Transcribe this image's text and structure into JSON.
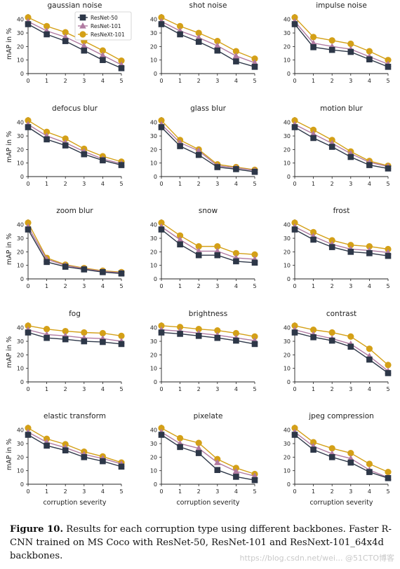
{
  "chart_data": {
    "type": "line",
    "x": [
      0,
      1,
      2,
      3,
      4,
      5
    ],
    "xticks": [
      "0",
      "1",
      "2",
      "3",
      "4",
      "5"
    ],
    "yticks": [
      "0",
      "10",
      "20",
      "30",
      "40"
    ],
    "ylim": [
      0,
      44
    ],
    "xlabel": "corruption severity",
    "ylabel": "mAP in %",
    "legend": [
      "ResNet-50",
      "ResNet-101",
      "ResNeXt-101"
    ],
    "legend_placement": "top-right of first panel",
    "colors": {
      "ResNet-50": "#2d3748",
      "ResNet-101": "#b07aa1",
      "ResNeXt-101": "#d4a017"
    },
    "markers": {
      "ResNet-50": "square",
      "ResNet-101": "triangle",
      "ResNeXt-101": "circle"
    },
    "panels": [
      {
        "title": "gaussian noise",
        "series": [
          {
            "name": "ResNet-50",
            "values": [
              36.5,
              29,
              24,
              17,
              10,
              4
            ]
          },
          {
            "name": "ResNet-101",
            "values": [
              38.5,
              31.5,
              27,
              20.5,
              13.5,
              6.5
            ]
          },
          {
            "name": "ResNeXt-101",
            "values": [
              41.5,
              35,
              30.5,
              24,
              17,
              9.5
            ]
          }
        ]
      },
      {
        "title": "shot noise",
        "series": [
          {
            "name": "ResNet-50",
            "values": [
              36.5,
              29,
              23.5,
              17,
              9,
              5
            ]
          },
          {
            "name": "ResNet-101",
            "values": [
              38.5,
              31.5,
              26.5,
              20.5,
              13,
              8
            ]
          },
          {
            "name": "ResNeXt-101",
            "values": [
              41.5,
              35,
              30,
              24,
              16.5,
              11
            ]
          }
        ]
      },
      {
        "title": "impulse noise",
        "series": [
          {
            "name": "ResNet-50",
            "values": [
              36.5,
              19.5,
              17.5,
              16,
              10.5,
              5
            ]
          },
          {
            "name": "ResNet-101",
            "values": [
              38.5,
              22.5,
              20,
              18,
              12.5,
              7
            ]
          },
          {
            "name": "ResNeXt-101",
            "values": [
              41.5,
              27,
              24.5,
              22,
              16.5,
              10
            ]
          }
        ]
      },
      {
        "title": "defocus blur",
        "series": [
          {
            "name": "ResNet-50",
            "values": [
              36.5,
              27.5,
              23,
              16.5,
              12,
              8.5
            ]
          },
          {
            "name": "ResNet-101",
            "values": [
              38.5,
              30,
              25,
              18.5,
              13,
              9.5
            ]
          },
          {
            "name": "ResNeXt-101",
            "values": [
              41.5,
              33,
              28,
              20.5,
              15,
              11
            ]
          }
        ]
      },
      {
        "title": "glass blur",
        "series": [
          {
            "name": "ResNet-50",
            "values": [
              36.5,
              22.5,
              16,
              7,
              5.5,
              3.5
            ]
          },
          {
            "name": "ResNet-101",
            "values": [
              38.5,
              25,
              19,
              8,
              6.5,
              4.5
            ]
          },
          {
            "name": "ResNeXt-101",
            "values": [
              41.5,
              27,
              20,
              9,
              7,
              5
            ]
          }
        ]
      },
      {
        "title": "motion blur",
        "series": [
          {
            "name": "ResNet-50",
            "values": [
              36.5,
              28.5,
              22,
              14.5,
              8.5,
              6
            ]
          },
          {
            "name": "ResNet-101",
            "values": [
              38.5,
              31.5,
              24.5,
              17,
              10.5,
              7.5
            ]
          },
          {
            "name": "ResNeXt-101",
            "values": [
              41.5,
              34.5,
              27,
              18.5,
              11.5,
              8
            ]
          }
        ]
      },
      {
        "title": "zoom blur",
        "series": [
          {
            "name": "ResNet-50",
            "values": [
              36.5,
              12.5,
              9,
              7,
              5,
              4
            ]
          },
          {
            "name": "ResNet-101",
            "values": [
              38.5,
              14.5,
              10,
              7.5,
              5.5,
              4.5
            ]
          },
          {
            "name": "ResNeXt-101",
            "values": [
              41.5,
              15.5,
              10.5,
              8,
              6,
              5
            ]
          }
        ]
      },
      {
        "title": "snow",
        "series": [
          {
            "name": "ResNet-50",
            "values": [
              36.5,
              25.5,
              17.5,
              17.5,
              13,
              12
            ]
          },
          {
            "name": "ResNet-101",
            "values": [
              38.5,
              29,
              20.5,
              20.5,
              15.5,
              14.5
            ]
          },
          {
            "name": "ResNeXt-101",
            "values": [
              41.5,
              32,
              24,
              24,
              19,
              18
            ]
          }
        ]
      },
      {
        "title": "frost",
        "series": [
          {
            "name": "ResNet-50",
            "values": [
              36.5,
              29,
              23.5,
              20,
              19,
              17
            ]
          },
          {
            "name": "ResNet-101",
            "values": [
              38.5,
              31.5,
              25.5,
              22,
              21,
              19.5
            ]
          },
          {
            "name": "ResNeXt-101",
            "values": [
              41.5,
              34.5,
              28.5,
              25,
              24,
              22
            ]
          }
        ]
      },
      {
        "title": "fog",
        "series": [
          {
            "name": "ResNet-50",
            "values": [
              36.5,
              32.5,
              31.5,
              30,
              29.5,
              28
            ]
          },
          {
            "name": "ResNet-101",
            "values": [
              38.5,
              35,
              34,
              32.5,
              32,
              30
            ]
          },
          {
            "name": "ResNeXt-101",
            "values": [
              41.5,
              39,
              37.5,
              36.5,
              36,
              34
            ]
          }
        ]
      },
      {
        "title": "brightness",
        "series": [
          {
            "name": "ResNet-50",
            "values": [
              36.5,
              35.5,
              34,
              32.5,
              30.5,
              28
            ]
          },
          {
            "name": "ResNet-101",
            "values": [
              38.5,
              37.5,
              36,
              34.5,
              32.5,
              30.5
            ]
          },
          {
            "name": "ResNeXt-101",
            "values": [
              41.5,
              40.5,
              39,
              38,
              36,
              33.5
            ]
          }
        ]
      },
      {
        "title": "contrast",
        "series": [
          {
            "name": "ResNet-50",
            "values": [
              36.5,
              33,
              30.5,
              26,
              16.5,
              6.5
            ]
          },
          {
            "name": "ResNet-101",
            "values": [
              38.5,
              35,
              32,
              28,
              19,
              8
            ]
          },
          {
            "name": "ResNeXt-101",
            "values": [
              41.5,
              38.5,
              36.5,
              33.5,
              24.5,
              12.5
            ]
          }
        ]
      },
      {
        "title": "elastic transform",
        "series": [
          {
            "name": "ResNet-50",
            "values": [
              36.5,
              28.5,
              25,
              20,
              17,
              13
            ]
          },
          {
            "name": "ResNet-101",
            "values": [
              38.5,
              31,
              27,
              22,
              19,
              15
            ]
          },
          {
            "name": "ResNeXt-101",
            "values": [
              41.5,
              33.5,
              29.5,
              24,
              20.5,
              16
            ]
          }
        ]
      },
      {
        "title": "pixelate",
        "series": [
          {
            "name": "ResNet-50",
            "values": [
              36.5,
              27.5,
              23,
              10.5,
              5.5,
              3
            ]
          },
          {
            "name": "ResNet-101",
            "values": [
              38.5,
              30,
              26.5,
              16,
              9.5,
              6
            ]
          },
          {
            "name": "ResNeXt-101",
            "values": [
              41.5,
              34,
              30.5,
              18.5,
              12,
              7.5
            ]
          }
        ]
      },
      {
        "title": "jpeg compression",
        "series": [
          {
            "name": "ResNet-50",
            "values": [
              36.5,
              25.5,
              20,
              16,
              9,
              4.5
            ]
          },
          {
            "name": "ResNet-101",
            "values": [
              38.5,
              28,
              22.5,
              19,
              10.5,
              5
            ]
          },
          {
            "name": "ResNeXt-101",
            "values": [
              41.5,
              31,
              26.5,
              23,
              15,
              9
            ]
          }
        ]
      }
    ]
  },
  "caption": {
    "label": "Figure 10.",
    "text": "Results for each corruption type using different backbones. Faster R-CNN trained on MS Coco with ResNet-50, ResNet-101 and ResNext-101_64x4d backbones."
  },
  "watermark": "https://blog.csdn.net/wei... @51CTO博客"
}
